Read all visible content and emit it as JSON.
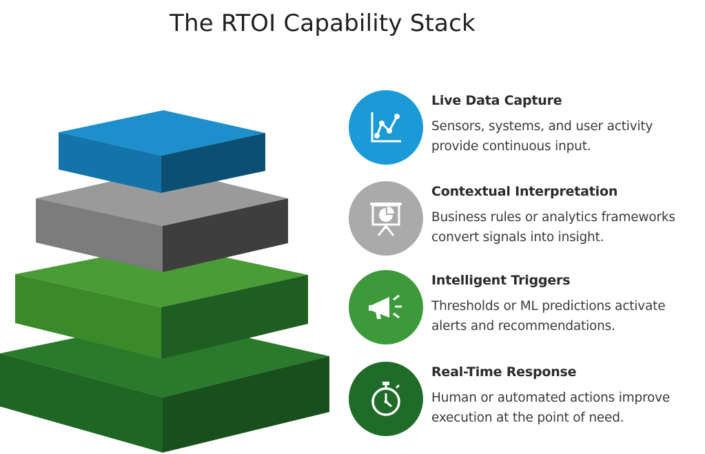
{
  "title": "The RTOI Capability Stack",
  "colors": {
    "blue": "#1a9ad6",
    "gray": "#a8a8a8",
    "green": "#3a9a3a",
    "dark_green": "#1e6b26"
  },
  "layers": [
    {
      "name": "top-layer",
      "color": "#1a7fb5"
    },
    {
      "name": "second-layer",
      "color": "#8a8a8a"
    },
    {
      "name": "third-layer",
      "color": "#3a8a2e"
    },
    {
      "name": "base-layer",
      "color": "#1e6a24"
    }
  ],
  "items": [
    {
      "heading": "Live Data Capture",
      "line1": "Sensors, systems, and user activity",
      "line2": "provide continuous input.",
      "icon": "line-chart-icon",
      "color": "#1a9ad6"
    },
    {
      "heading": "Contextual Interpretation",
      "line1": "Business rules or analytics frameworks",
      "line2": "convert signals into insight.",
      "icon": "presentation-board-icon",
      "color": "#a8a8a8"
    },
    {
      "heading": "Intelligent Triggers",
      "line1": "Thresholds or ML predictions activate",
      "line2": "alerts and recommendations.",
      "icon": "megaphone-icon",
      "color": "#3a9a3a"
    },
    {
      "heading": "Real-Time Response",
      "line1": "Human or automated actions improve",
      "line2": "execution at the point of need.",
      "icon": "stopwatch-icon",
      "color": "#1e6b26"
    }
  ]
}
